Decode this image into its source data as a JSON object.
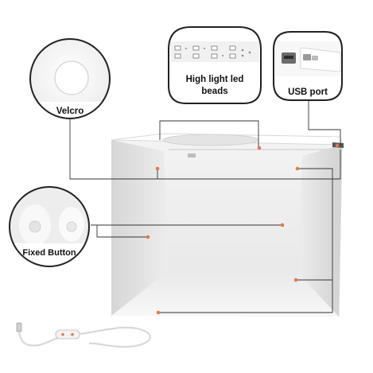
{
  "labels": {
    "velcro": "Velcro",
    "led_line1": "High light led",
    "led_line2": "beads",
    "usb": "USB port",
    "fixed_button": "Fixed Button"
  },
  "colors": {
    "marker": "#e07a4a",
    "callout_line": "#333333",
    "circle_border": "#222222",
    "box_face": "#f2f2f2"
  }
}
